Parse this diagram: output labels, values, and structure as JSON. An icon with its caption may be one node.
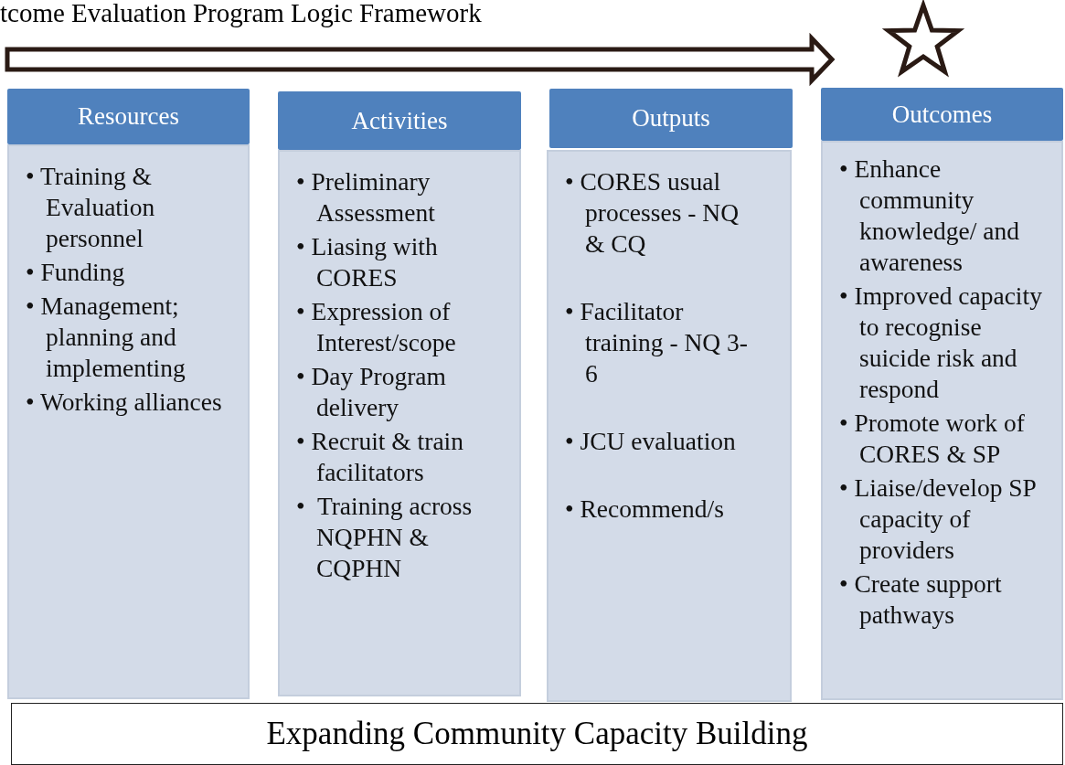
{
  "diagram": {
    "title": "tcome Evaluation Program Logic Framework",
    "nodes": [
      {
        "text": [
          "Resources"
        ]
      },
      {
        "text": [
          "• Training & Evaluation personnel",
          "• Funding",
          "• Management; planning and implementing",
          "• Working alliances"
        ]
      },
      {
        "text": [
          "Activities"
        ]
      },
      {
        "text": [
          "• Preliminary Assessment",
          "• Liasing with CORES",
          "• Expression of Interest/scope",
          "• Day Program delivery",
          "• Recruit & train facilitators",
          "•  Training across NQPHN & CQPHN"
        ]
      },
      {
        "text": [
          "Outputs"
        ]
      },
      {
        "text": [
          "• CORES usual processes - NQ & CQ",
          "• Facilitator training - NQ 3-6",
          "• JCU evaluation",
          "• Recommend/s"
        ]
      },
      {
        "text": [
          "Outcomes"
        ]
      },
      {
        "text": [
          "• Enhance community knowledge/ and awareness",
          "• Improved capacity to recognise suicide risk and respond",
          "• Promote work of CORES & SP",
          "• Liaise/develop SP capacity of providers",
          "• Create support pathways"
        ]
      },
      {
        "text": [
          "Expanding Community Capacity Building"
        ]
      }
    ],
    "edges": []
  }
}
